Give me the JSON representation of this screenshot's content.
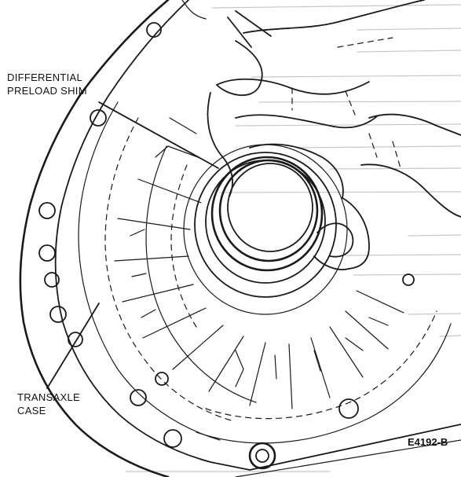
{
  "diagram": {
    "callouts": {
      "shim": {
        "line1": "DIFFERENTIAL",
        "line2": "PRELOAD SHIM"
      },
      "case": {
        "line1": "TRANSAXLE",
        "line2": "CASE"
      }
    },
    "figure_code": "E4192-B"
  }
}
